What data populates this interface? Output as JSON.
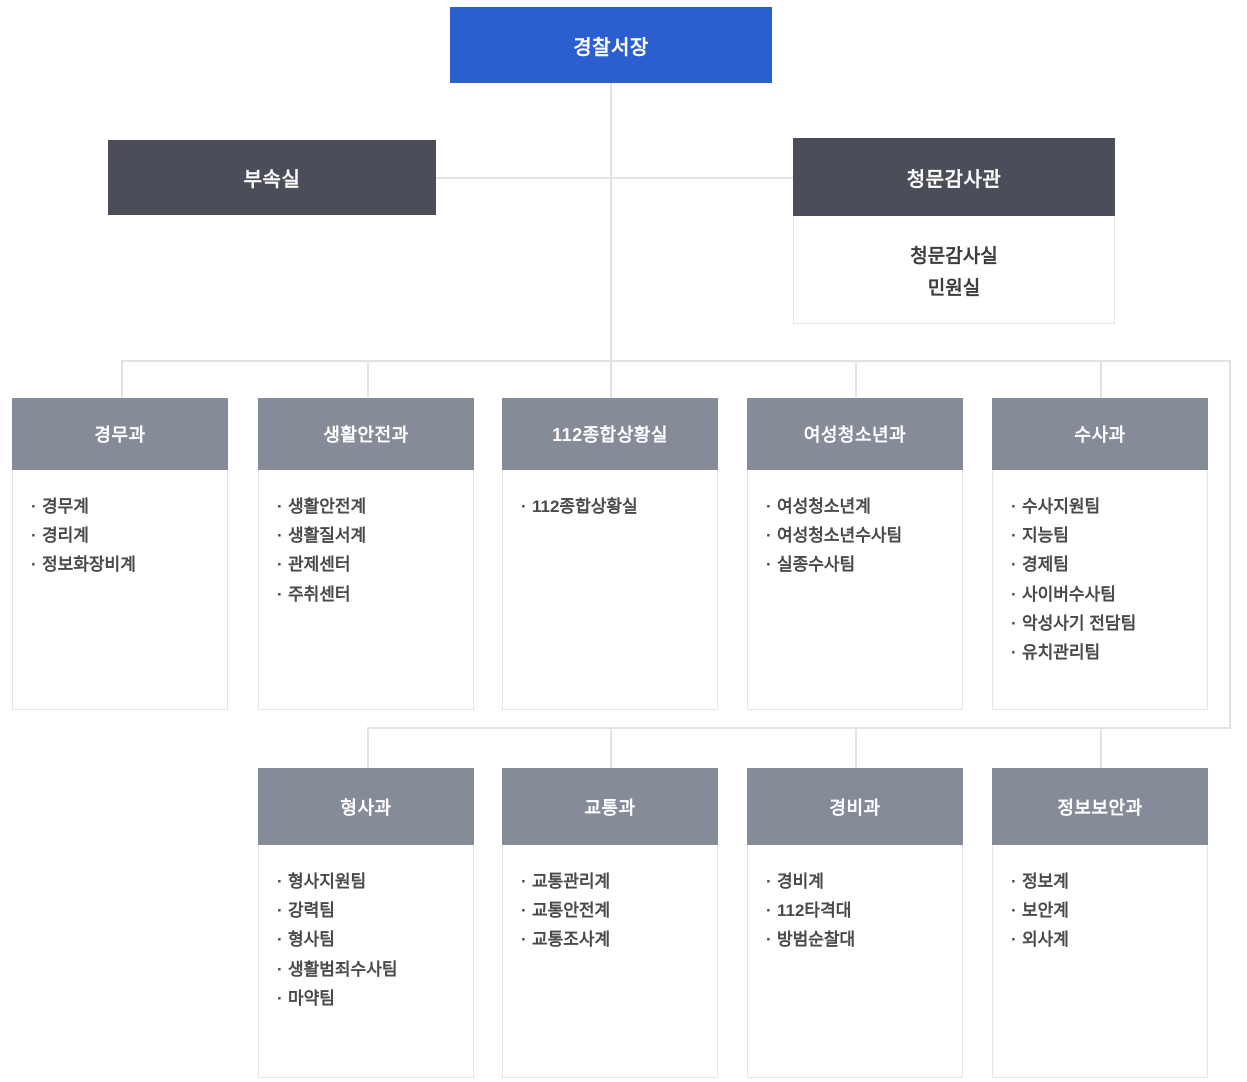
{
  "root": {
    "label": "경찰서장"
  },
  "staff": {
    "annex": {
      "label": "부속실"
    },
    "audit": {
      "label": "청문감사관",
      "items": [
        "청문감사실",
        "민원실"
      ]
    }
  },
  "departments_row1": [
    {
      "label": "경무과",
      "items": [
        "경무계",
        "경리계",
        "정보화장비계"
      ]
    },
    {
      "label": "생활안전과",
      "items": [
        "생활안전계",
        "생활질서계",
        "관제센터",
        "주취센터"
      ]
    },
    {
      "label": "112종합상황실",
      "items": [
        "112종합상황실"
      ]
    },
    {
      "label": "여성청소년과",
      "items": [
        "여성청소년계",
        "여성청소년수사팀",
        "실종수사팀"
      ]
    },
    {
      "label": "수사과",
      "items": [
        "수사지원팀",
        "지능팀",
        "경제팀",
        "사이버수사팀",
        "악성사기 전담팀",
        "유치관리팀"
      ]
    }
  ],
  "departments_row2": [
    {
      "label": "형사과",
      "items": [
        "형사지원팀",
        "강력팀",
        "형사팀",
        "생활범죄수사팀",
        "마약팀"
      ]
    },
    {
      "label": "교통과",
      "items": [
        "교통관리계",
        "교통안전계",
        "교통조사계"
      ]
    },
    {
      "label": "경비과",
      "items": [
        "경비계",
        "112타격대",
        "방범순찰대"
      ]
    },
    {
      "label": "정보보안과",
      "items": [
        "정보계",
        "보안계",
        "외사계"
      ]
    }
  ],
  "colors": {
    "root_blue": "#2b5fd0",
    "staff_dark": "#4b4e58",
    "dept_gray": "#868b98",
    "line": "#e2e3e5",
    "body_text": "#4a4a4a"
  }
}
